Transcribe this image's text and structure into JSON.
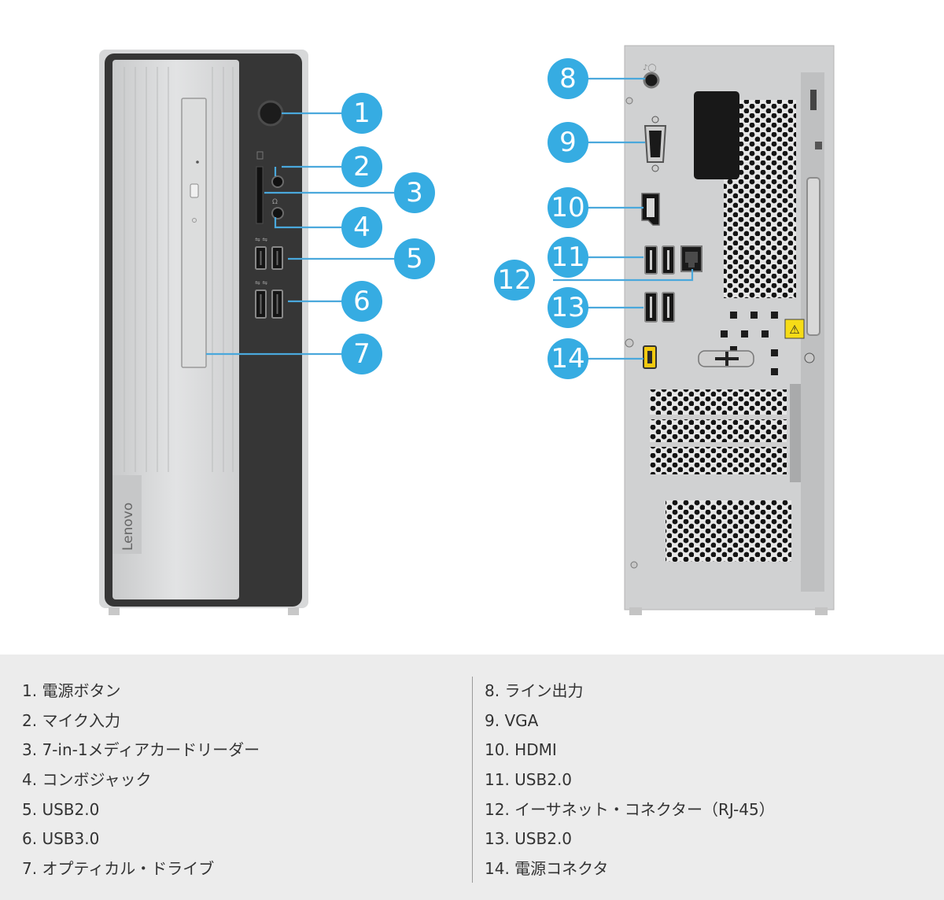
{
  "front_panel": {
    "brand": "Lenovo",
    "callouts": [
      {
        "number": "1",
        "target": "power-button"
      },
      {
        "number": "2",
        "target": "mic-jack"
      },
      {
        "number": "3",
        "target": "card-reader"
      },
      {
        "number": "4",
        "target": "combo-jack"
      },
      {
        "number": "5",
        "target": "usb2-ports"
      },
      {
        "number": "6",
        "target": "usb3-ports"
      },
      {
        "number": "7",
        "target": "optical-drive"
      }
    ]
  },
  "rear_panel": {
    "callouts": [
      {
        "number": "8",
        "target": "line-out"
      },
      {
        "number": "9",
        "target": "vga-port"
      },
      {
        "number": "10",
        "target": "hdmi-port"
      },
      {
        "number": "11",
        "target": "usb2-ports-upper"
      },
      {
        "number": "12",
        "target": "ethernet-port"
      },
      {
        "number": "13",
        "target": "usb2-ports-lower"
      },
      {
        "number": "14",
        "target": "power-connector"
      }
    ]
  },
  "colors": {
    "callout_fill": "#36ace2",
    "callout_line": "#4aa8dc",
    "legend_bg": "#ececec",
    "front_bezel": "#363636",
    "case_silver": "#d8d9da",
    "warning_yellow": "#f6dc17"
  },
  "legend": {
    "left": [
      "1. 電源ボタン",
      "2. マイク入力",
      "3. 7-in-1メディアカードリーダー",
      "4. コンボジャック",
      "5. USB2.0",
      "6. USB3.0",
      "7. オプティカル・ドライブ"
    ],
    "right": [
      "8. ライン出力",
      "9. VGA",
      "10. HDMI",
      "11. USB2.0",
      "12. イーサネット・コネクター（RJ-45）",
      "13. USB2.0",
      "14. 電源コネクタ"
    ]
  }
}
